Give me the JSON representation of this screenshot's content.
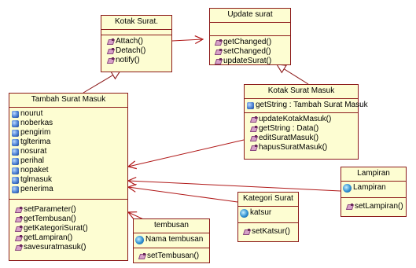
{
  "diagram": {
    "classes": {
      "kotak_surat": {
        "name": "Kotak Surat.",
        "attributes": [],
        "operations": [
          "Attach()",
          "Detach()",
          "notify()"
        ]
      },
      "update_surat": {
        "name": "Update surat",
        "attributes": [],
        "operations": [
          "getChanged()",
          "setChanged()",
          "updateSurat()"
        ]
      },
      "kotak_surat_masuk": {
        "name": "Kotak Surat Masuk",
        "attributes": [
          "getString : Tambah Surat Masuk"
        ],
        "operations": [
          "updateKotakMasuk()",
          "getString : Data()",
          "editSuratMasuk()",
          "hapusSuratMasuk()"
        ]
      },
      "tambah_surat_masuk": {
        "name": "Tambah Surat Masuk",
        "attributes": [
          "nourut",
          "noberkas",
          "pengirim",
          "tglterima",
          "nosurat",
          "perihal",
          "nopaket",
          "tglmasuk",
          "penerima"
        ],
        "operations": [
          "setParameter()",
          "getTembusan()",
          "getKategoriSurat()",
          "getLampiran()",
          "savesuratmasuk()"
        ]
      },
      "lampiran": {
        "name": "Lampiran",
        "attributes": [
          "Lampiran"
        ],
        "operations": [
          "setLampiran()"
        ]
      },
      "kategori_surat": {
        "name": "Kategori Surat",
        "attributes": [
          "katsur"
        ],
        "operations": [
          "setKatsur()"
        ]
      },
      "tembusan": {
        "name": "tembusan",
        "attributes": [
          "Nama tembusan"
        ],
        "operations": [
          "setTembusan()"
        ]
      }
    },
    "colors": {
      "class_fill": "#fdfdd2",
      "class_border": "#8c1a1a",
      "connector": "#b01818"
    },
    "icons": {
      "attribute": "attribute-icon",
      "operation": "operation-icon",
      "object_attribute": "object-attribute-icon"
    }
  }
}
